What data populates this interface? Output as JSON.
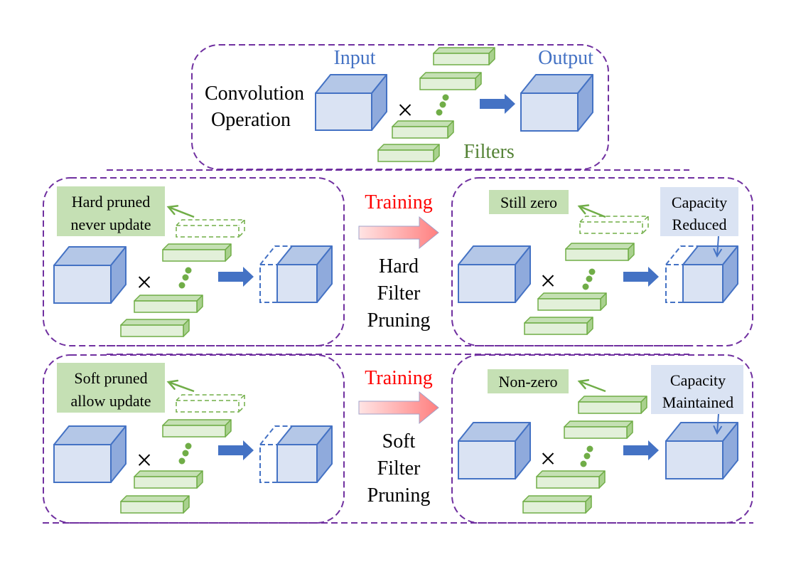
{
  "colors": {
    "frame": "#7030a0",
    "cube_stroke": "#4472c4",
    "cube_front": "#dae3f3",
    "cube_top": "#b4c7e7",
    "cube_side": "#8faadc",
    "filter_stroke": "#70ad47",
    "filter_front": "#e2f0d9",
    "filter_top": "#c5e0b4",
    "filter_side": "#a9d18e",
    "label_green_bg": "#c5e0b4",
    "label_blue_bg": "#dae3f3",
    "title_blue": "#4472c4",
    "title_green": "#548235",
    "training_red": "#ff0000",
    "arrow_blue": "#4472c4",
    "dots_green": "#70ad47"
  },
  "top_panel": {
    "title_line1": "Convolution",
    "title_line2": "Operation",
    "input_label": "Input",
    "output_label": "Output",
    "filters_label": "Filters",
    "multiply_symbol": "×"
  },
  "hard_row": {
    "before": {
      "note_line1": "Hard pruned",
      "note_line2": "never update",
      "multiply_symbol": "×"
    },
    "middle": {
      "training_label": "Training",
      "method_line1": "Hard",
      "method_line2": "Filter",
      "method_line3": "Pruning"
    },
    "after": {
      "note": "Still zero",
      "capacity_line1": "Capacity",
      "capacity_line2": "Reduced",
      "multiply_symbol": "×"
    }
  },
  "soft_row": {
    "before": {
      "note_line1": "Soft pruned",
      "note_line2": "allow update",
      "multiply_symbol": "×"
    },
    "middle": {
      "training_label": "Training",
      "method_line1": "Soft",
      "method_line2": "Filter",
      "method_line3": "Pruning"
    },
    "after": {
      "note": "Non-zero",
      "capacity_line1": "Capacity",
      "capacity_line2": "Maintained",
      "multiply_symbol": "×"
    }
  }
}
